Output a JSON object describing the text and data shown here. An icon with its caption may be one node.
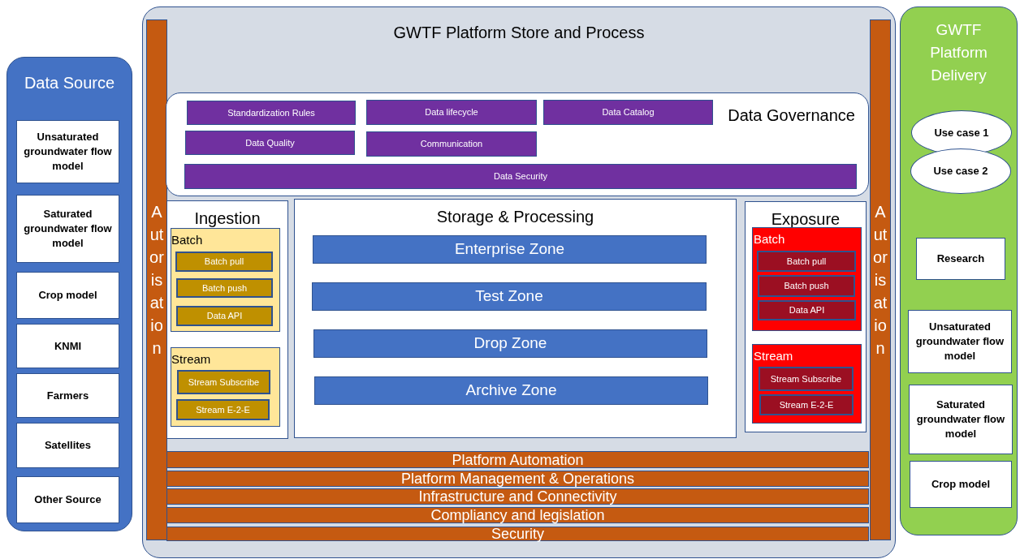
{
  "diagram": {
    "nodes": [
      {
        "text": [
          "Data Source"
        ]
      },
      {
        "text": [
          "Unsaturated groundwater flow model"
        ],
        "in": 0
      },
      {
        "text": [
          "Saturated groundwater flow model"
        ],
        "in": 0
      },
      {
        "text": [
          "Crop model"
        ],
        "in": 0
      },
      {
        "text": [
          "KNMI"
        ],
        "in": 0
      },
      {
        "text": [
          "Farmers"
        ],
        "in": 0
      },
      {
        "text": [
          "Satellites"
        ],
        "in": 0
      },
      {
        "text": [
          "Other Source"
        ],
        "in": 0
      },
      {
        "text": [
          "GWTF Platform Store and Process"
        ]
      },
      {
        "text": [
          "Autorisation"
        ],
        "in": 8
      },
      {
        "text": [
          "Data Governance"
        ],
        "in": 8
      },
      {
        "text": [
          "Standardization Rules"
        ],
        "in": 10
      },
      {
        "text": [
          "Data lifecycle"
        ],
        "in": 10
      },
      {
        "text": [
          "Data Catalog"
        ],
        "in": 10
      },
      {
        "text": [
          "Data Quality"
        ],
        "in": 10
      },
      {
        "text": [
          "Communication"
        ],
        "in": 10
      },
      {
        "text": [
          "Data Security"
        ],
        "in": 10
      },
      {
        "text": [
          "Ingestion"
        ],
        "in": 8
      },
      {
        "text": [
          "Batch"
        ],
        "in": 17
      },
      {
        "text": [
          "Batch pull"
        ],
        "in": 18
      },
      {
        "text": [
          "Batch push"
        ],
        "in": 18
      },
      {
        "text": [
          "Data API"
        ],
        "in": 18
      },
      {
        "text": [
          "Stream"
        ],
        "in": 17
      },
      {
        "text": [
          "Stream Subscribe"
        ],
        "in": 22
      },
      {
        "text": [
          "Stream E-2-E"
        ],
        "in": 22
      },
      {
        "text": [
          "Storage & Processing"
        ],
        "in": 8
      },
      {
        "text": [
          "Enterprise Zone"
        ],
        "in": 25
      },
      {
        "text": [
          "Test Zone"
        ],
        "in": 25
      },
      {
        "text": [
          "Drop Zone"
        ],
        "in": 25
      },
      {
        "text": [
          "Archive Zone"
        ],
        "in": 25
      },
      {
        "text": [
          "Exposure"
        ],
        "in": 8
      },
      {
        "text": [
          "Batch"
        ],
        "in": 30
      },
      {
        "text": [
          "Batch pull"
        ],
        "in": 31
      },
      {
        "text": [
          "Batch push"
        ],
        "in": 31
      },
      {
        "text": [
          "Data API"
        ],
        "in": 31
      },
      {
        "text": [
          "Stream"
        ],
        "in": 30
      },
      {
        "text": [
          "Stream Subscribe"
        ],
        "in": 35
      },
      {
        "text": [
          "Stream E-2-E"
        ],
        "in": 35
      },
      {
        "text": [
          "Autorisation"
        ],
        "in": 8
      },
      {
        "text": [
          "Platform Automation"
        ],
        "in": 8
      },
      {
        "text": [
          "Platform Management & Operations"
        ],
        "in": 8
      },
      {
        "text": [
          "Infrastructure and Connectivity"
        ],
        "in": 8
      },
      {
        "text": [
          "Compliancy and legislation"
        ],
        "in": 8
      },
      {
        "text": [
          "Security"
        ],
        "in": 8
      },
      {
        "text": [
          "GWTF Platform Delivery"
        ]
      },
      {
        "text": [
          "Use case 1"
        ],
        "in": 44
      },
      {
        "text": [
          "Use case 2"
        ],
        "in": 44
      },
      {
        "text": [
          "Research"
        ],
        "in": 44
      },
      {
        "text": [
          "Unsaturated groundwater flow model"
        ],
        "in": 44
      },
      {
        "text": [
          "Saturated groundwater flow model"
        ],
        "in": 44
      },
      {
        "text": [
          "Crop model"
        ],
        "in": 44
      }
    ]
  }
}
